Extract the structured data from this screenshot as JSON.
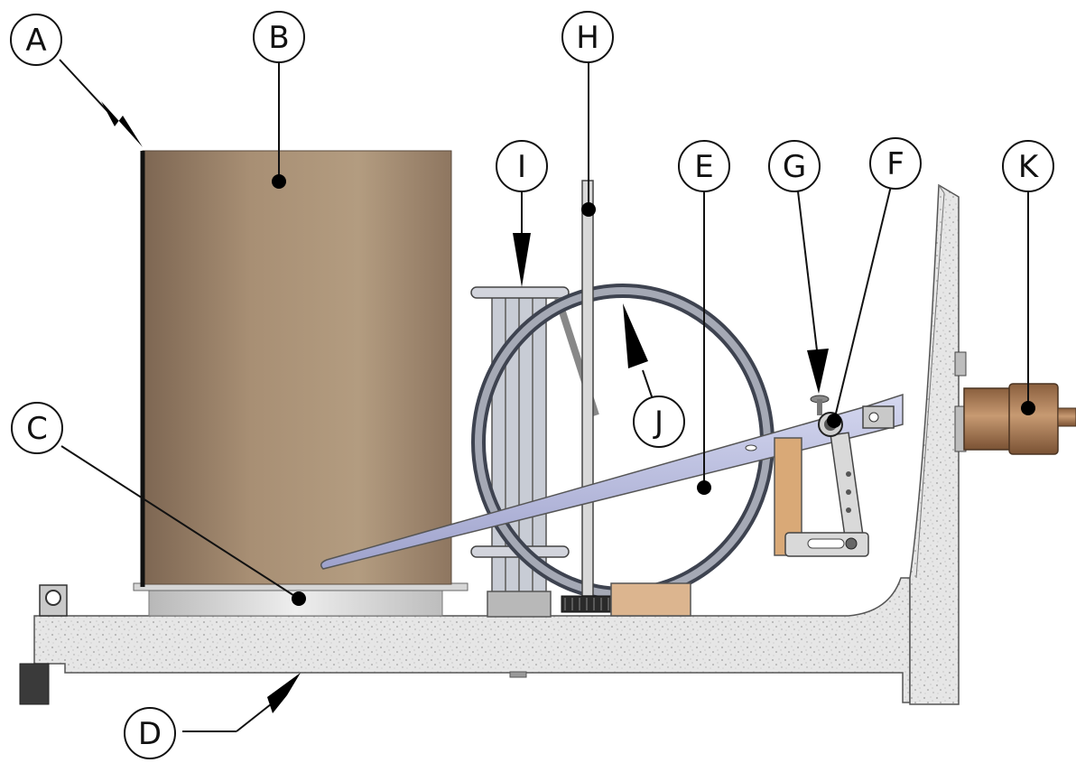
{
  "callouts": {
    "A": "A",
    "B": "B",
    "C": "C",
    "D": "D",
    "E": "E",
    "F": "F",
    "G": "G",
    "H": "H",
    "I": "I",
    "J": "J",
    "K": "K"
  },
  "colors": {
    "concrete": "#e2e2e2",
    "drum": "#a88f74",
    "ring": "#8a8f99",
    "arm": "#b9bde0",
    "block": "#dcb58f",
    "brass": "#a87a55",
    "steel": "#c7c7c7"
  }
}
